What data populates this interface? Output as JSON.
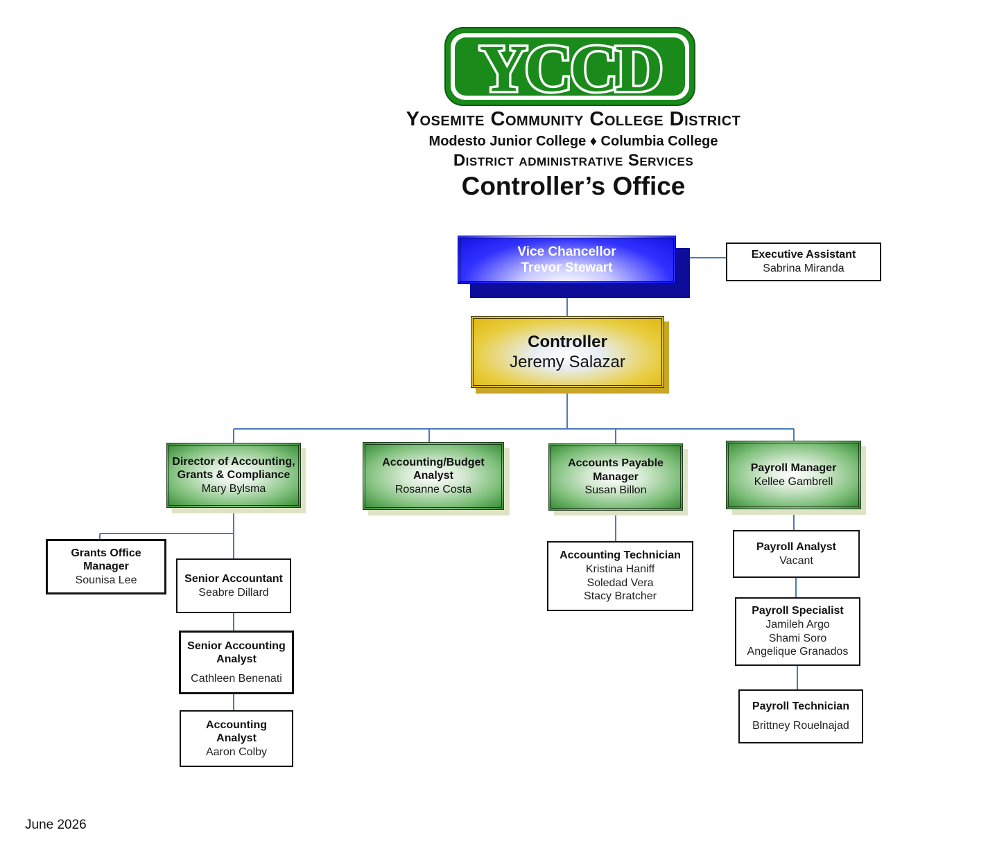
{
  "logo": {
    "text": "YCCD",
    "colors": {
      "green": "#1a8a1a",
      "white": "#ffffff"
    }
  },
  "header": {
    "district": "Yosemite Community College District",
    "colleges": "Modesto Junior College ♦ Columbia College",
    "services": "District administrative Services",
    "office": "Controller’s Office"
  },
  "org": {
    "vice_chancellor": {
      "title": "Vice Chancellor",
      "name": "Trevor Stewart"
    },
    "executive_assistant": {
      "title": "Executive Assistant",
      "name": "Sabrina Miranda"
    },
    "controller": {
      "title": "Controller",
      "name": "Jeremy Salazar"
    },
    "director": {
      "title": "Director of Accounting, Grants & Compliance",
      "name": "Mary Bylsma"
    },
    "budget_analyst": {
      "title": "Accounting/Budget Analyst",
      "name": "Rosanne Costa"
    },
    "ap_manager": {
      "title": "Accounts Payable Manager",
      "name": "Susan Billon"
    },
    "payroll_manager": {
      "title": "Payroll Manager",
      "name": "Kellee Gambrell"
    },
    "grants_manager": {
      "title": "Grants Office Manager",
      "name": "Sounisa Lee"
    },
    "senior_accountant": {
      "title": "Senior Accountant",
      "name": "Seabre Dillard"
    },
    "senior_accounting_analyst": {
      "title": "Senior Accounting Analyst",
      "name": "Cathleen Benenati"
    },
    "accounting_analyst": {
      "title": "Accounting Analyst",
      "name": "Aaron Colby"
    },
    "accounting_technician": {
      "title": "Accounting Technician",
      "names": [
        "Kristina Haniff",
        "Soledad Vera",
        "Stacy Bratcher"
      ]
    },
    "payroll_analyst": {
      "title": "Payroll Analyst",
      "name": "Vacant"
    },
    "payroll_specialist": {
      "title": "Payroll Specialist",
      "names": [
        "Jamileh Argo",
        "Shami Soro",
        "Angelique Granados"
      ]
    },
    "payroll_technician": {
      "title": "Payroll Technician",
      "name": "Brittney Rouelnajad"
    }
  },
  "footer": {
    "date": "June 2026"
  },
  "colors": {
    "connector": "#4a7ab8",
    "vice_chancellor": "#1e1ef0",
    "controller": "#e3bd1c",
    "manager": "#4f9e4c"
  }
}
